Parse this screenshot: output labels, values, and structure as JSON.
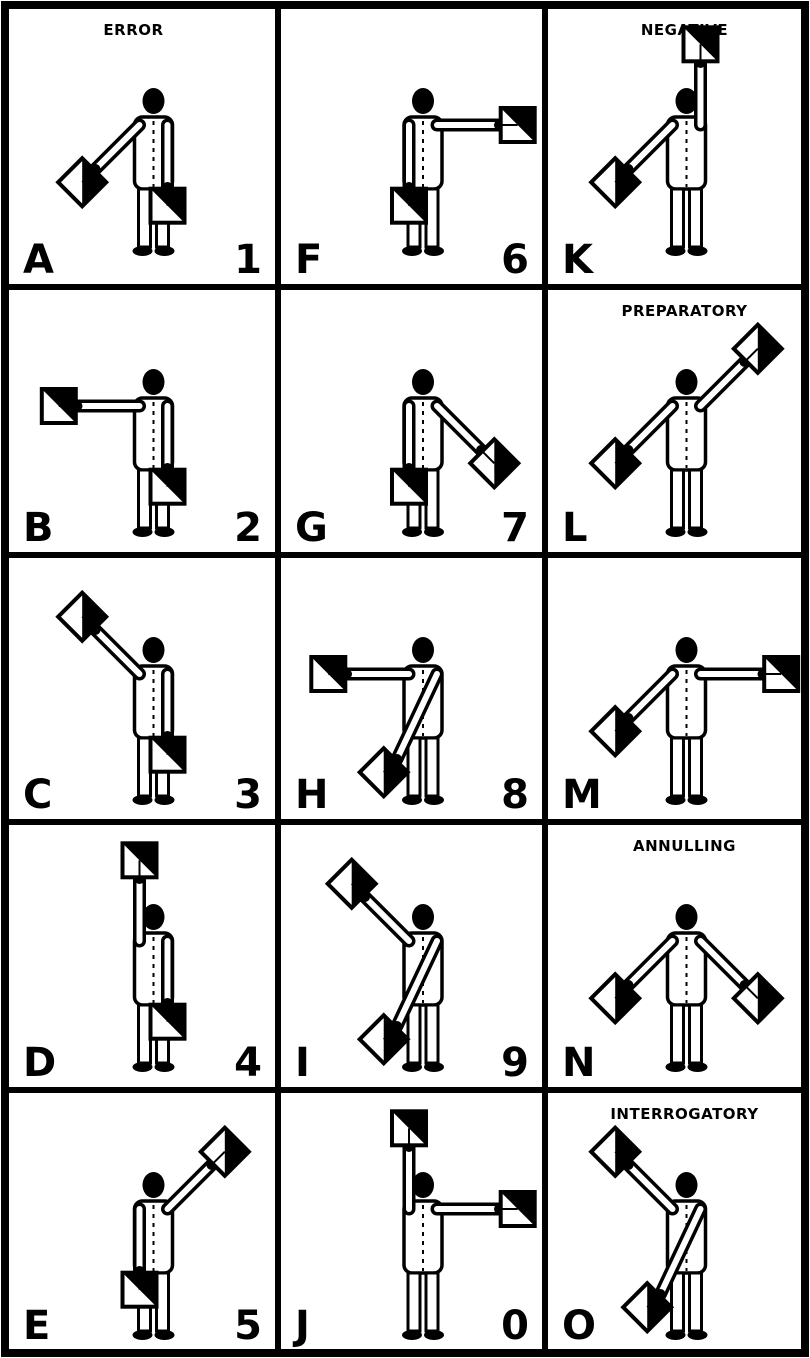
{
  "colors": {
    "ink": "#000000",
    "paper": "#ffffff"
  },
  "cells": [
    {
      "letter": "A",
      "digit": "1",
      "caption": "ERROR",
      "right": "down_left",
      "left": "down"
    },
    {
      "letter": "B",
      "digit": "2",
      "caption": "",
      "right": "side_left",
      "left": "down"
    },
    {
      "letter": "C",
      "digit": "3",
      "caption": "",
      "right": "up_left",
      "left": "down"
    },
    {
      "letter": "D",
      "digit": "4",
      "caption": "",
      "right": "up",
      "left": "down"
    },
    {
      "letter": "E",
      "digit": "5",
      "caption": "",
      "right": "down",
      "left": "up_right"
    },
    {
      "letter": "F",
      "digit": "6",
      "caption": "",
      "right": "down",
      "left": "side_right"
    },
    {
      "letter": "G",
      "digit": "7",
      "caption": "",
      "right": "down",
      "left": "down_right"
    },
    {
      "letter": "H",
      "digit": "8",
      "caption": "",
      "right": "side_left",
      "left": "cross_left"
    },
    {
      "letter": "I",
      "digit": "9",
      "caption": "",
      "right": "up_left",
      "left": "cross_left"
    },
    {
      "letter": "J",
      "digit": "0",
      "caption": "",
      "right": "up",
      "left": "side_right"
    },
    {
      "letter": "K",
      "digit": "",
      "caption": "NEGATIVE",
      "right": "down_left",
      "left": "up"
    },
    {
      "letter": "L",
      "digit": "",
      "caption": "PREPARATORY",
      "right": "down_left",
      "left": "up_right"
    },
    {
      "letter": "M",
      "digit": "",
      "caption": "",
      "right": "down_left",
      "left": "side_right"
    },
    {
      "letter": "N",
      "digit": "",
      "caption": "ANNULLING",
      "right": "down_left",
      "left": "down_right"
    },
    {
      "letter": "O",
      "digit": "",
      "caption": "INTERROGATORY",
      "right": "up_left",
      "left": "cross_left"
    }
  ]
}
